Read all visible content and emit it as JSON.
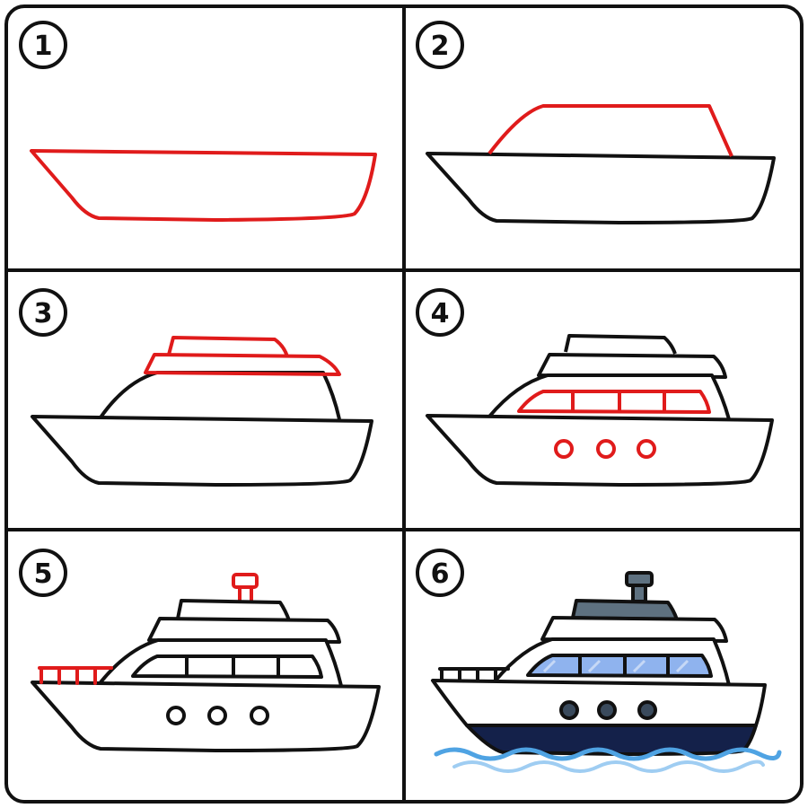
{
  "colors": {
    "outline": "#111111",
    "new_step": "#e01b1b",
    "hull_bottom": "#14214a",
    "window_glass": "#8fb3ee",
    "window_glass_light": "#c6d8f6",
    "roof_grey": "#5e7180",
    "water": "#4fa3e3",
    "water_light": "#9fcdf2",
    "porthole": "#3a4a5c"
  },
  "panels": [
    {
      "step": "1"
    },
    {
      "step": "2"
    },
    {
      "step": "3"
    },
    {
      "step": "4"
    },
    {
      "step": "5"
    },
    {
      "step": "6"
    }
  ]
}
